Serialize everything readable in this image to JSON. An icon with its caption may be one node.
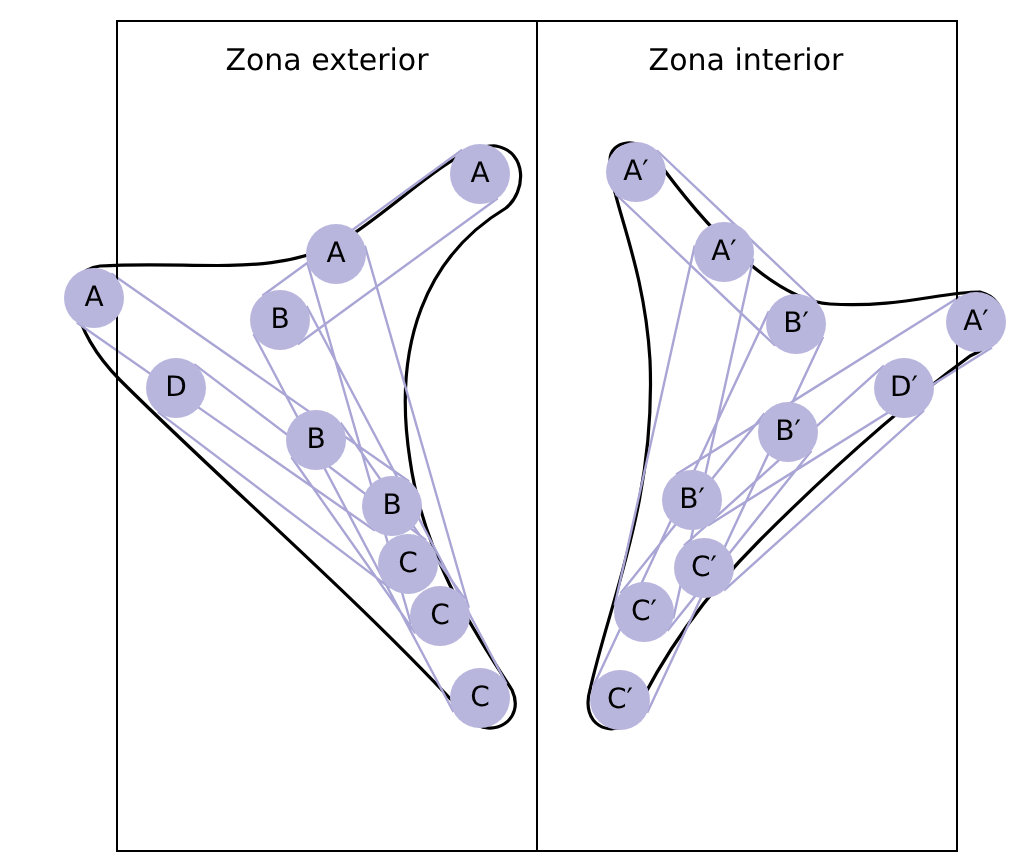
{
  "diagram": {
    "nodes": [
      {
        "text": [
          "Zona exterior"
        ]
      },
      {
        "text": [
          "Zona interior"
        ]
      },
      {
        "text": [
          "A"
        ],
        "in": 0
      },
      {
        "text": [
          "A"
        ],
        "in": 0
      },
      {
        "text": [
          "A"
        ]
      },
      {
        "text": [
          "B"
        ],
        "in": 0
      },
      {
        "text": [
          "D"
        ],
        "in": 0
      },
      {
        "text": [
          "B"
        ],
        "in": 0
      },
      {
        "text": [
          "B"
        ],
        "in": 0
      },
      {
        "text": [
          "C"
        ],
        "in": 0
      },
      {
        "text": [
          "C"
        ],
        "in": 0
      },
      {
        "text": [
          "C"
        ],
        "in": 0
      },
      {
        "text": [
          "A′"
        ],
        "in": 1
      },
      {
        "text": [
          "A′"
        ],
        "in": 1
      },
      {
        "text": [
          "B′"
        ],
        "in": 1
      },
      {
        "text": [
          "A′"
        ]
      },
      {
        "text": [
          "D′"
        ],
        "in": 1
      },
      {
        "text": [
          "B′"
        ],
        "in": 1
      },
      {
        "text": [
          "B′"
        ],
        "in": 1
      },
      {
        "text": [
          "C′"
        ],
        "in": 1
      },
      {
        "text": [
          "C′"
        ],
        "in": 1
      },
      {
        "text": [
          "C′"
        ],
        "in": 1
      }
    ]
  }
}
